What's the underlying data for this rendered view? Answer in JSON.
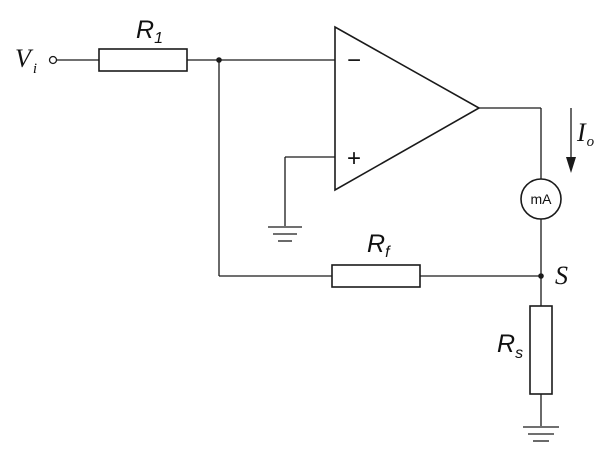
{
  "diagram": {
    "input": {
      "symbol": "V",
      "subscript": "i"
    },
    "r1": {
      "symbol": "R",
      "subscript": "1"
    },
    "rf": {
      "symbol": "R",
      "subscript": "f"
    },
    "rs": {
      "symbol": "R",
      "subscript": "s"
    },
    "opamp": {
      "inverting_sign": "−",
      "noninverting_sign": "+"
    },
    "output_current": {
      "symbol": "I",
      "subscript": "o"
    },
    "meter": {
      "label": "mA"
    },
    "node_s": {
      "label": "S"
    }
  }
}
